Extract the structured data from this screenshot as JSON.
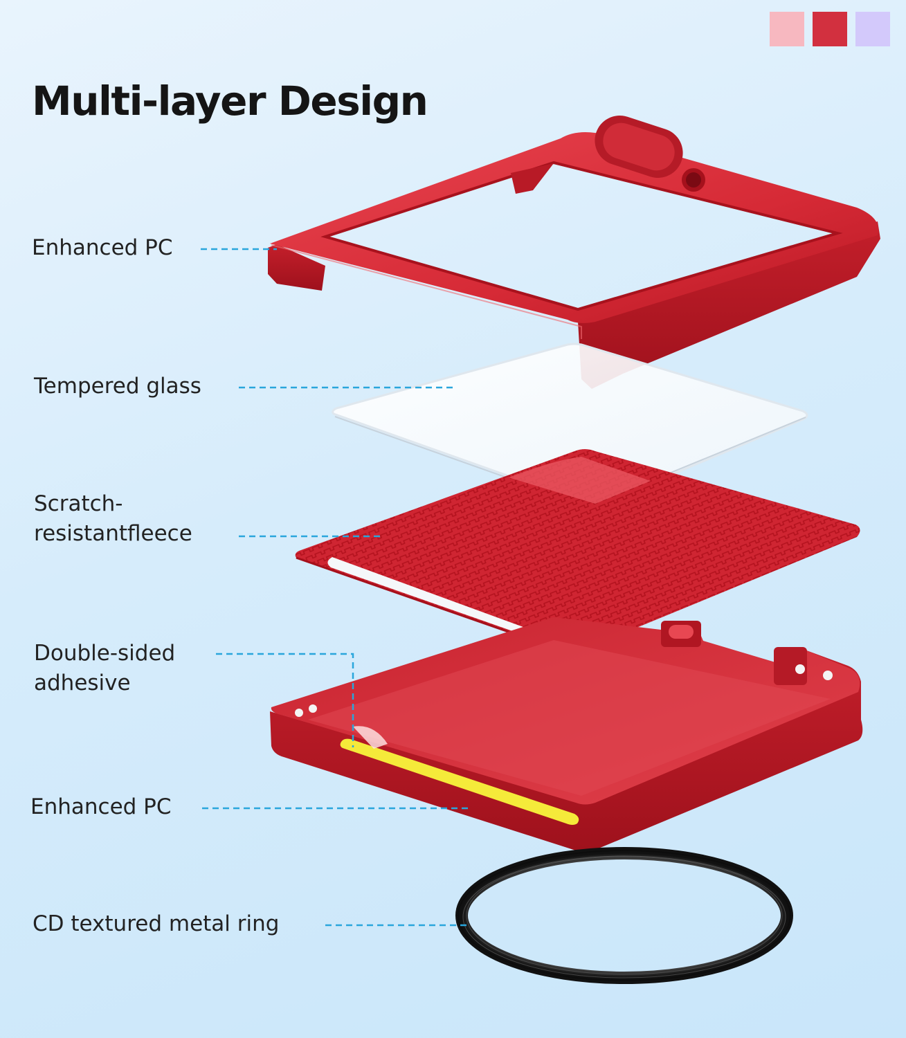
{
  "title": "Multi-layer Design",
  "color_swatches": [
    {
      "name": "pink",
      "color": "#f7b8c0"
    },
    {
      "name": "red",
      "color": "#d2303f"
    },
    {
      "name": "lavender",
      "color": "#d3c9fb"
    }
  ],
  "accent_color": "#2aa6dc",
  "layers": [
    {
      "id": "enhanced-pc-top",
      "lines": [
        "Enhanced PC"
      ]
    },
    {
      "id": "tempered-glass",
      "lines": [
        "Tempered glass"
      ]
    },
    {
      "id": "scratch-resistant-fleece",
      "lines": [
        "Scratch-",
        "resistantfleece"
      ]
    },
    {
      "id": "double-sided-adhesive",
      "lines": [
        "Double-sided",
        "adhesive"
      ]
    },
    {
      "id": "enhanced-pc-bottom",
      "lines": [
        "Enhanced PC"
      ]
    },
    {
      "id": "cd-metal-ring",
      "lines": [
        "CD textured metal ring"
      ]
    }
  ]
}
